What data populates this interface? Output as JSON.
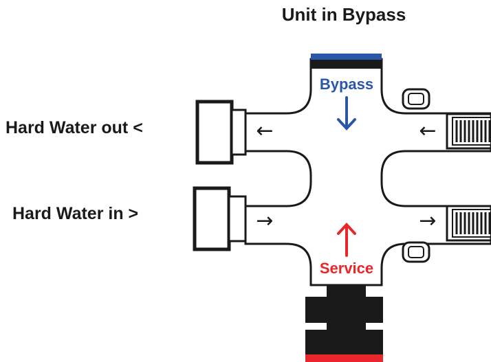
{
  "title": "Unit in Bypass",
  "labels": {
    "hard_water_out": "Hard Water out <",
    "hard_water_in": "Hard Water in >",
    "bypass": "Bypass",
    "service": "Service"
  },
  "arrows": {
    "left_top": "←",
    "left_bottom": "→",
    "right_top": "←",
    "right_bottom": "→"
  },
  "colors": {
    "bypass": "#2b56a8",
    "service": "#e8262b",
    "outline": "#1a1a1a",
    "fill": "#ffffff"
  }
}
